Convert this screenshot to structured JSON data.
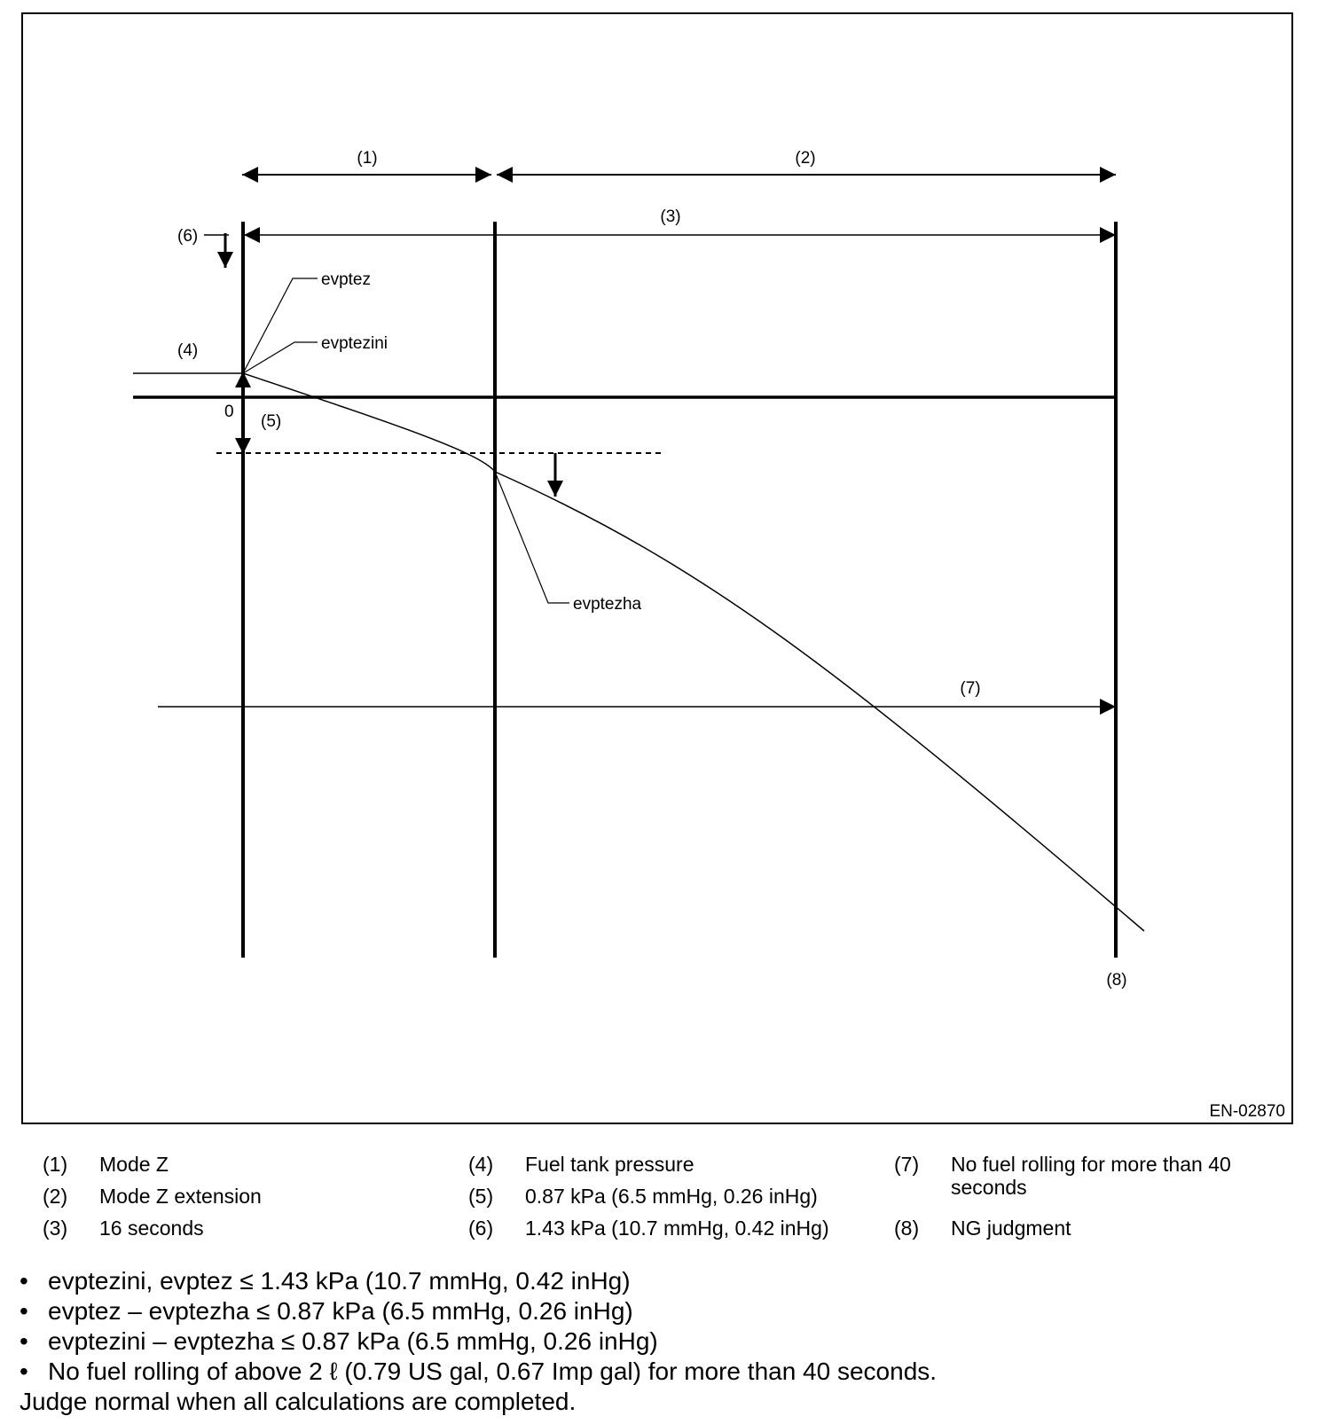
{
  "figure": {
    "figure_id": "EN-02870",
    "callouts": {
      "c1": "(1)",
      "c2": "(2)",
      "c3": "(3)",
      "c4": "(4)",
      "c5": "(5)",
      "c6": "(6)",
      "c7": "(7)",
      "c8": "(8)"
    },
    "zero_label": "0",
    "curve_labels": {
      "evptez": "evptez",
      "evptezini": "evptezini",
      "evptezha": "evptezha"
    }
  },
  "legend": [
    {
      "num": "(1)",
      "text": "Mode Z"
    },
    {
      "num": "(2)",
      "text": "Mode Z extension"
    },
    {
      "num": "(3)",
      "text": "16 seconds"
    },
    {
      "num": "(4)",
      "text": "Fuel tank pressure"
    },
    {
      "num": "(5)",
      "text": "0.87 kPa (6.5 mmHg, 0.26 inHg)"
    },
    {
      "num": "(6)",
      "text": "1.43 kPa (10.7 mmHg, 0.42 inHg)"
    },
    {
      "num": "(7)",
      "text": "No fuel rolling for more than 40 seconds"
    },
    {
      "num": "(8)",
      "text": "NG judgment"
    }
  ],
  "notes": {
    "bullet": "•",
    "items": [
      "evptezini, evptez ≤ 1.43 kPa (10.7 mmHg, 0.42 inHg)",
      "evptez – evptezha ≤ 0.87 kPa (6.5 mmHg, 0.26 inHg)",
      "evptezini – evptezha ≤ 0.87 kPa (6.5 mmHg, 0.26 inHg)",
      "No fuel rolling of above 2 ℓ (0.79 US gal, 0.67 Imp gal) for more than 40 seconds."
    ],
    "footer": "Judge normal when all calculations are completed."
  }
}
